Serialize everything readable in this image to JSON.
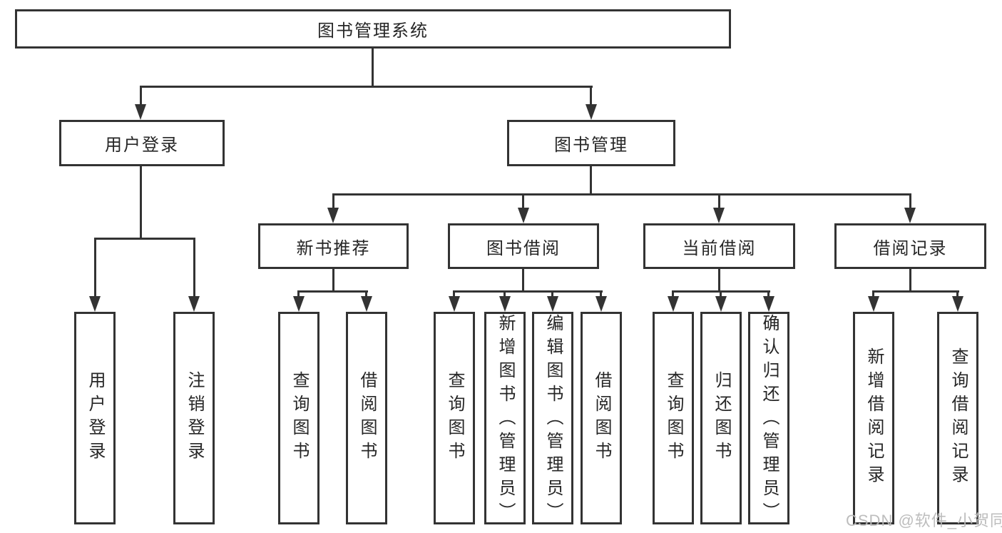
{
  "colors": {
    "line": "#333333",
    "text": "#262626",
    "box_background": "#ffffff",
    "page_background": "#ffffff",
    "watermark": "#b9b9b9"
  },
  "tree": {
    "root": "图书管理系统",
    "children": [
      {
        "label": "用户登录",
        "children": [
          "用户登录",
          "注销登录"
        ]
      },
      {
        "label": "图书管理",
        "children": [
          {
            "label": "新书推荐",
            "children": [
              "查询图书",
              "借阅图书"
            ]
          },
          {
            "label": "图书借阅",
            "children": [
              "查询图书",
              "新增图书（管理员）",
              "编辑图书（管理员）",
              "借阅图书"
            ]
          },
          {
            "label": "当前借阅",
            "children": [
              "查询图书",
              "归还图书",
              "确认归还（管理员）"
            ]
          },
          {
            "label": "借阅记录",
            "children": [
              "新增借阅记录",
              "查询借阅记录"
            ]
          }
        ]
      }
    ]
  },
  "watermark": {
    "text": "CSDN @软件_小贺同学"
  }
}
